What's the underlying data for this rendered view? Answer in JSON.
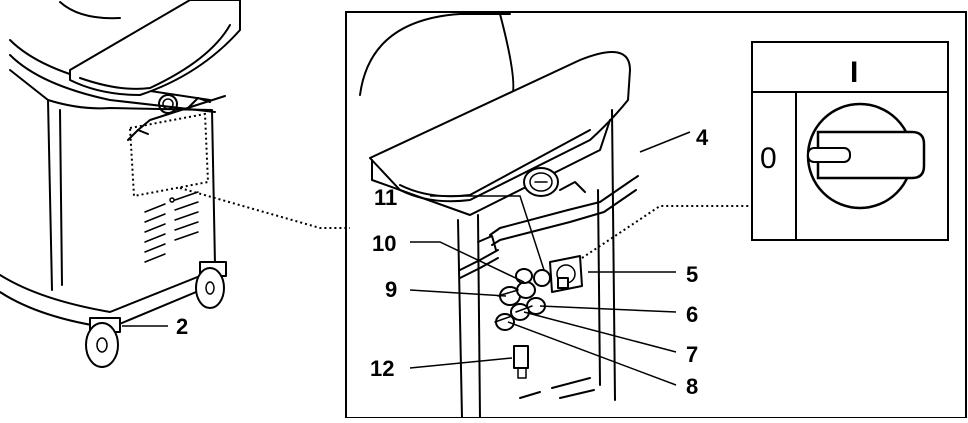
{
  "callouts": {
    "c2": "2",
    "c4": "4",
    "c5": "5",
    "c6": "6",
    "c7": "7",
    "c8": "8",
    "c9": "9",
    "c10": "10",
    "c11": "11",
    "c12": "12"
  },
  "switch": {
    "on_label": "I",
    "off_label": "0"
  }
}
